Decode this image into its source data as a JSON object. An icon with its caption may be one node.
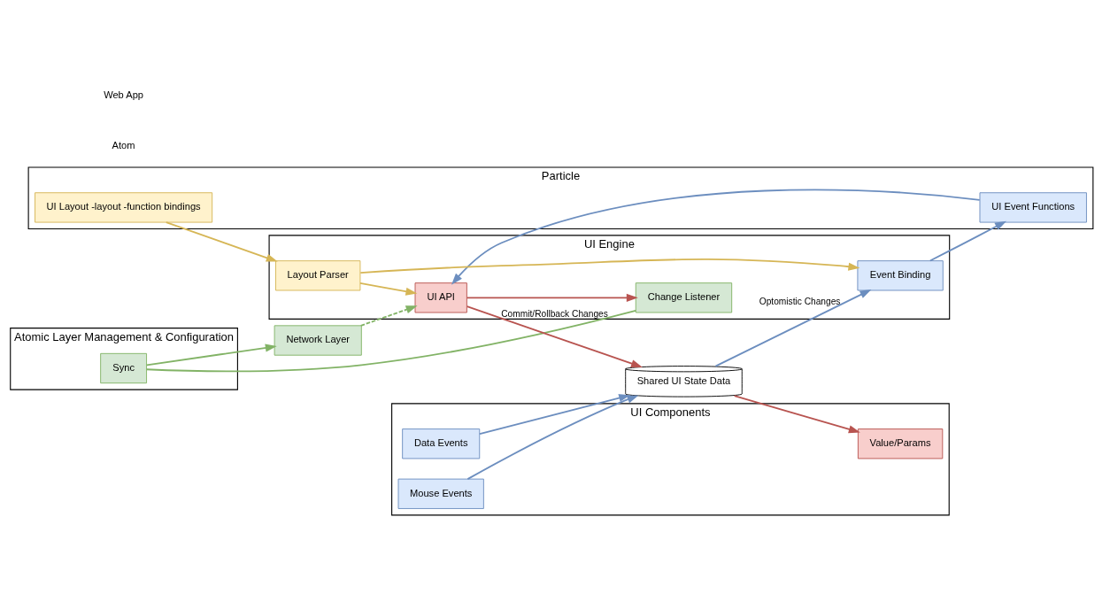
{
  "diagram": {
    "nodes": [
      {
        "text": [
          "Particle"
        ]
      },
      {
        "text": [
          "UI Layout -layout -function bindings"
        ],
        "in": 0
      },
      {
        "text": [
          "UI Event Functions"
        ],
        "in": 0
      },
      {
        "text": [
          "Atomic Layer Management & Configuration"
        ]
      },
      {
        "text": [
          "Sync"
        ],
        "in": 3
      },
      {
        "text": [
          "UI Engine"
        ]
      },
      {
        "text": [
          "Layout Parser"
        ],
        "in": 5
      },
      {
        "text": [
          "UI API"
        ],
        "in": 5
      },
      {
        "text": [
          "Change Listener"
        ],
        "in": 5
      },
      {
        "text": [
          "Event Binding"
        ],
        "in": 5
      },
      {
        "text": [
          "Shared UI State Data"
        ]
      },
      {
        "text": [
          "UI Components"
        ]
      },
      {
        "text": [
          "Value/Params"
        ],
        "in": 11
      },
      {
        "text": [
          "Mouse Events"
        ],
        "in": 11
      },
      {
        "text": [
          "Data Events"
        ],
        "in": 11
      },
      {
        "text": [
          "Network Layer"
        ]
      }
    ],
    "edges": [
      {
        "from": 1,
        "to": 6,
        "arrow": "to",
        "color": "#d6b656"
      },
      {
        "from": 2,
        "to": 7,
        "arrow": "to",
        "color": "#6c8ebf"
      },
      {
        "from": 6,
        "to": 7,
        "arrow": "to",
        "color": "#d6b656"
      },
      {
        "from": 6,
        "to": 9,
        "arrow": "to",
        "color": "#d6b656"
      },
      {
        "from": 7,
        "to": 8,
        "arrow": "to",
        "color": "#b85450"
      },
      {
        "from": 15,
        "to": 7,
        "arrow": "to",
        "style": "dashed",
        "color": "#82b366"
      },
      {
        "from": 4,
        "to": 8,
        "arrow": "none",
        "color": "#82b366"
      },
      {
        "from": 4,
        "to": 15,
        "arrow": "to",
        "color": "#82b366"
      },
      {
        "from": 9,
        "to": 2,
        "arrow": "to",
        "color": "#6c8ebf"
      },
      {
        "from": 7,
        "to": 10,
        "arrow": "to",
        "label": "Commit/Rollback Changes",
        "color": "#b85450"
      },
      {
        "from": 10,
        "to": 12,
        "arrow": "to",
        "color": "#b85450"
      },
      {
        "from": 13,
        "to": 10,
        "arrow": "to",
        "color": "#6c8ebf"
      },
      {
        "from": 14,
        "to": 10,
        "arrow": "to",
        "color": "#6c8ebf"
      },
      {
        "from": 10,
        "to": 9,
        "arrow": "to",
        "label": "Optomistic Changes",
        "color": "#6c8ebf"
      }
    ],
    "labels": [
      "Atom",
      "Web App"
    ]
  }
}
